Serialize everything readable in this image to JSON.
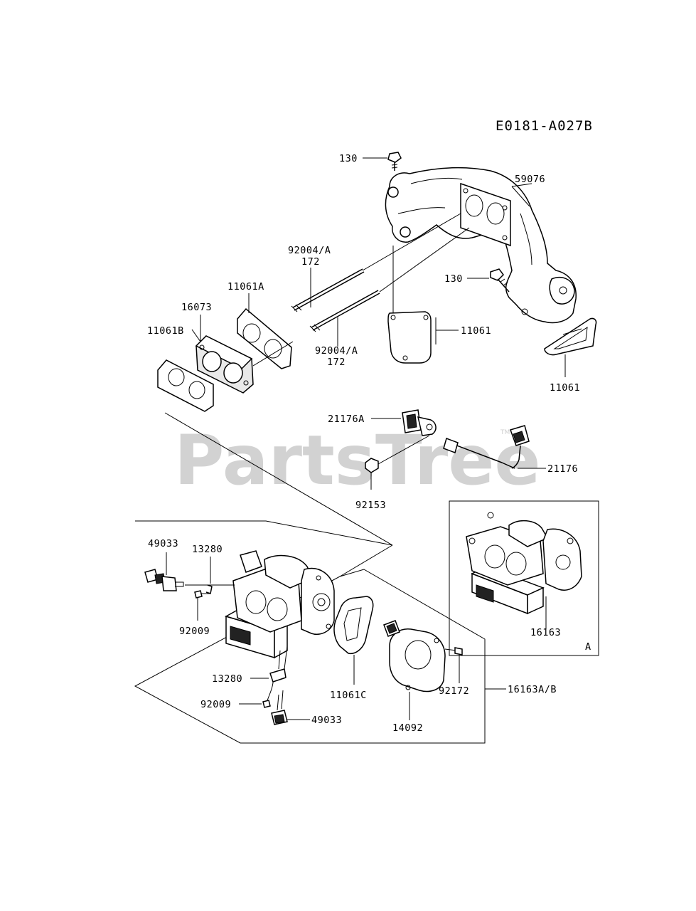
{
  "diagram_code": "E0181-A027B",
  "watermark": {
    "text": "PartsTree",
    "trademark": "TM"
  },
  "callouts": {
    "bolt_top": "130",
    "manifold": "59076",
    "stud_a": "92004/A",
    "stud_a_qty": "172",
    "gasket_11061a": "11061A",
    "bolt_right": "130",
    "spacer": "16073",
    "gasket_11061b": "11061B",
    "gasket_center": "11061",
    "stud_b": "92004/A",
    "stud_b_qty": "172",
    "gasket_right": "11061",
    "sensor": "21176A",
    "harness": "21176",
    "nut": "92153",
    "solenoid_top": "49033",
    "clip_top": "13280",
    "screw_top": "92009",
    "clip_bottom": "13280",
    "screw_bottom": "92009",
    "solenoid_bottom": "49033",
    "gasket_throttle": "11061C",
    "screw_right": "92172",
    "actuator": "14092",
    "assembly_ab": "16163A/B",
    "assembly": "16163",
    "inset_tag": "A"
  }
}
